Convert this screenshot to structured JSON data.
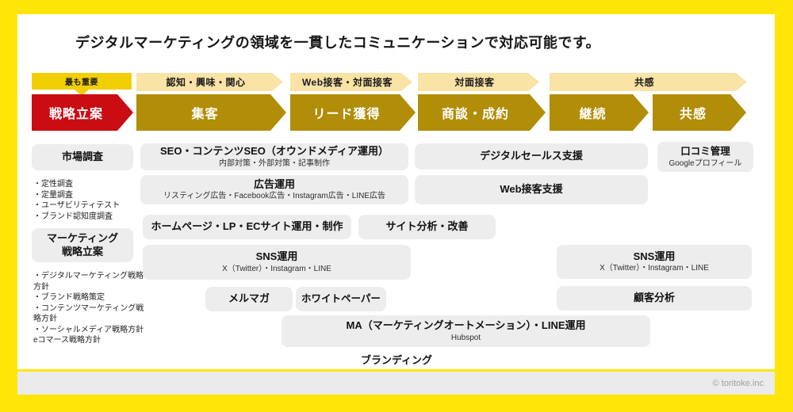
{
  "title": "デジタルマーケティングの領域を一貫したコミュニケーションで対応可能です。",
  "phases": {
    "tag": "最も重要",
    "labels": [
      "認知・興味・関心",
      "Web接客・対面接客",
      "対面接客",
      "共感"
    ]
  },
  "stages": [
    "戦略立案",
    "集客",
    "リード獲得",
    "商談・成約",
    "継続",
    "共感"
  ],
  "strategy_column": {
    "research_box": "市場調査",
    "research_items": [
      "・定性調査",
      "・定量調査",
      "・ユーザビリティテスト",
      "・ブランド認知度調査"
    ],
    "planning_box_lines": [
      "マーケティング",
      "戦略立案"
    ],
    "planning_items": [
      "・デジタルマーケティング戦略方針",
      "・ブランド戦略策定",
      "・コンテンツマーケティング戦略方針",
      "・ソーシャルメディア戦略方針",
      "eコマース戦略方針"
    ]
  },
  "services": {
    "seo": {
      "title": "SEO・コンテンツSEO（オウンドメディア運用）",
      "subtitle": "内部対策・外部対策・記事制作"
    },
    "ads": {
      "title": "広告運用",
      "subtitle": "リスティング広告・Facebook広告・Instagram広告・LINE広告"
    },
    "homepage": {
      "title": "ホームページ・LP・ECサイト運用・制作"
    },
    "site_analysis": {
      "title": "サイト分析・改善"
    },
    "sns_left": {
      "title": "SNS運用",
      "subtitle": "X（Twitter）・Instagram・LINE"
    },
    "melmaga": {
      "title": "メルマガ"
    },
    "whitepaper": {
      "title": "ホワイトペーパー"
    },
    "ma": {
      "title": "MA（マーケティングオートメーション）・LINE運用",
      "subtitle": "Hubspot"
    },
    "digital_sales": {
      "title": "デジタルセールス支援"
    },
    "web_support": {
      "title": "Web接客支援"
    },
    "kuchikomi": {
      "title": "口コミ管理",
      "subtitle": "Googleプロフィール"
    },
    "sns_right": {
      "title": "SNS運用",
      "subtitle": "X（Twitter）・Instagram・LINE"
    },
    "customer_analysis": {
      "title": "顧客分析"
    }
  },
  "branding_label": "ブランディング",
  "footer": {
    "copyright": "© toritoke.inc"
  },
  "colors": {
    "background": "#FFE608",
    "stage_gold": "#B18D08",
    "stage_red": "#C90D12",
    "phase_pale": "#F9E3A5",
    "tag_yellow": "#F2CF05",
    "box_gray": "#EDEDED"
  }
}
